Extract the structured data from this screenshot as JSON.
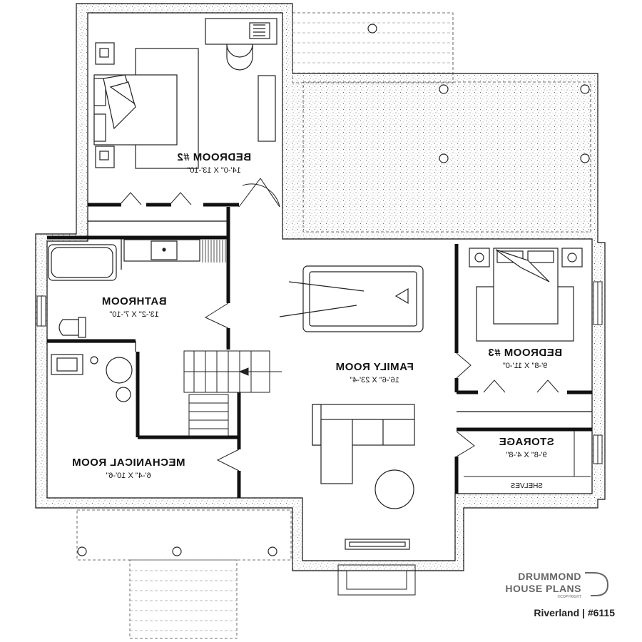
{
  "rooms": {
    "bedroom2": {
      "name": "BEDROOM #2",
      "dims": "14'-0\" X 13'-10\""
    },
    "bathroom": {
      "name": "BATHROOM",
      "dims": "13'-2\" X 7'-10\""
    },
    "family_room": {
      "name": "FAMILY ROOM",
      "dims": "16'-6\" X 23'-4\""
    },
    "bedroom3": {
      "name": "BEDROOM #3",
      "dims": "9'-8\" X 11'-0\""
    },
    "storage": {
      "name": "STORAGE",
      "dims": "9'-8\" X 4'-8\"",
      "shelves": "SHELVES"
    },
    "mechanical": {
      "name": "MECHANICAL ROOM",
      "dims": "6'-4\" X 10'-6\""
    }
  },
  "brand": {
    "line1": "DRUMMOND",
    "line2": "HOUSE PLANS",
    "copyright": "©COPYRIGHT",
    "plan_label": "Riverland | #6115"
  }
}
